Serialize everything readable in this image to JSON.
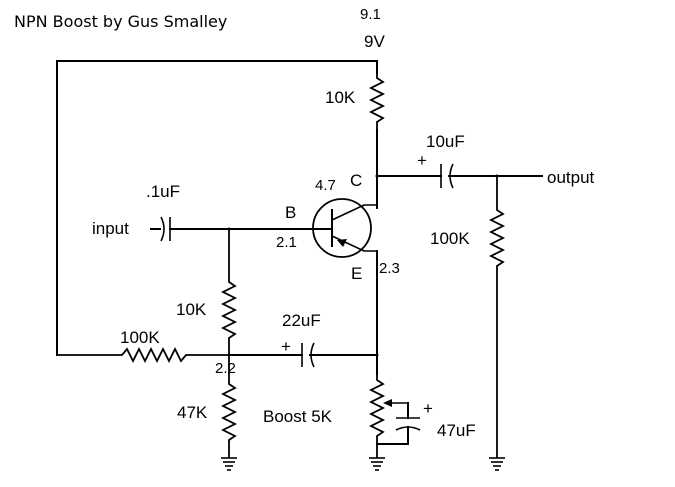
{
  "title": "NPN Boost by Gus Smalley",
  "supply": {
    "measured": "9.1",
    "nominal": "9V"
  },
  "labels": {
    "r_collector": "10K",
    "c_output": "10uF",
    "c_output_polarity": "+",
    "output": "output",
    "r_output": "100K",
    "collector": "C",
    "collector_voltage": "4.7",
    "c_input": ".1uF",
    "input": "input",
    "base": "B",
    "base_voltage": "2.1",
    "emitter": "E",
    "emitter_voltage": "2.3",
    "r_bias_top": "10K",
    "r_feedback": "100K",
    "c_emitter": "22uF",
    "c_emitter_polarity": "+",
    "bias_node_voltage": "2.2",
    "r_bias_bottom": "47K",
    "pot": "Boost 5K",
    "c_bypass": "47uF",
    "c_bypass_polarity": "+"
  },
  "colors": {
    "ink": "#000000",
    "background": "#ffffff"
  }
}
